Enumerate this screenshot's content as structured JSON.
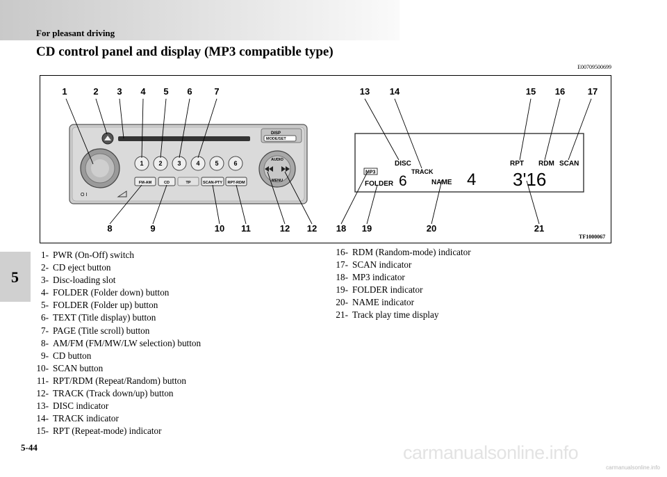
{
  "header": {
    "section": "For pleasant driving"
  },
  "title": "CD control panel and display (MP3 compatible type)",
  "ref_code": "E00709500699",
  "chapter": "5",
  "figure": {
    "code": "TF1000067",
    "panel": {
      "presets": [
        "1",
        "2",
        "3",
        "4",
        "5",
        "6"
      ],
      "buttons": [
        "FM-AM",
        "CD",
        "TP",
        "SCAN-PTY",
        "RPT-RDM"
      ],
      "disp_label": "DISP",
      "mode_label": "MODE/SET",
      "audio_label": "AUDIO",
      "menu_label": "MENU",
      "pwr_mark": "O I"
    },
    "display": {
      "disc": "DISC",
      "track": "TRACK",
      "rpt": "RPT",
      "rdm": "RDM",
      "scan": "SCAN",
      "mp3": "MP3",
      "folder": "FOLDER",
      "folder_num": "6",
      "name": "NAME",
      "track_num": "4",
      "time": "3'16"
    },
    "callouts_top": [
      "1",
      "2",
      "3",
      "4",
      "5",
      "6",
      "7",
      "13",
      "14",
      "15",
      "16",
      "17"
    ],
    "callouts_bottom": [
      "8",
      "9",
      "10",
      "11",
      "12",
      "12",
      "18",
      "19",
      "20",
      "21"
    ]
  },
  "legend_left": [
    {
      "num": "1-",
      "text": "PWR (On-Off) switch"
    },
    {
      "num": "2-",
      "text": "CD eject button"
    },
    {
      "num": "3-",
      "text": "Disc-loading slot"
    },
    {
      "num": "4-",
      "text": "FOLDER (Folder down) button"
    },
    {
      "num": "5-",
      "text": "FOLDER (Folder up) button"
    },
    {
      "num": "6-",
      "text": "TEXT (Title display) button"
    },
    {
      "num": "7-",
      "text": "PAGE (Title scroll) button"
    },
    {
      "num": "8-",
      "text": "AM/FM (FM/MW/LW selection) button"
    },
    {
      "num": "9-",
      "text": "CD button"
    },
    {
      "num": "10-",
      "text": "SCAN button"
    },
    {
      "num": "11-",
      "text": "RPT/RDM (Repeat/Random) button"
    },
    {
      "num": "12-",
      "text": "TRACK (Track down/up) button"
    },
    {
      "num": "13-",
      "text": "DISC indicator"
    },
    {
      "num": "14-",
      "text": "TRACK indicator"
    },
    {
      "num": "15-",
      "text": "RPT (Repeat-mode) indicator"
    }
  ],
  "legend_right": [
    {
      "num": "16-",
      "text": "RDM (Random-mode) indicator"
    },
    {
      "num": "17-",
      "text": "SCAN indicator"
    },
    {
      "num": "18-",
      "text": "MP3 indicator"
    },
    {
      "num": "19-",
      "text": "FOLDER indicator"
    },
    {
      "num": "20-",
      "text": "NAME indicator"
    },
    {
      "num": "21-",
      "text": "Track play time display"
    }
  ],
  "page_number": "5-44",
  "watermark": "carmanualsonline.info",
  "watermark_small": "carmanualsonline.info"
}
